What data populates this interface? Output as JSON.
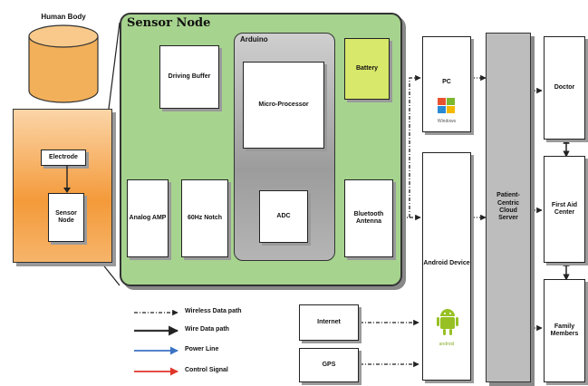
{
  "human_body": {
    "title": "Human Body",
    "electrode": "Electrode",
    "sensor_node": "Sensor Node"
  },
  "sensor_node": {
    "title": "Sensor Node",
    "arduino_title": "Arduino",
    "driving_buffer": "Driving Buffer",
    "micro_processor": "Micro-Processor",
    "battery": "Battery",
    "analog_amp": "Analog AMP",
    "notch": "60Hz Notch",
    "adc": "ADC",
    "bluetooth": "Bluetooth Antenna"
  },
  "devices": {
    "pc": "PC",
    "pc_os": "Windows",
    "android": "Android Device",
    "android_brand": "android"
  },
  "cloud": "Patient-Centric Cloud Server",
  "right_column": {
    "doctor": "Doctor",
    "first_aid": "First Aid Center",
    "family": "Family Members"
  },
  "inputs": {
    "internet": "Internet",
    "gps": "GPS"
  },
  "legend": {
    "wireless": "Wireless Data path",
    "wire": "Wire Data path",
    "power": "Power Line",
    "control": "Control Signal"
  },
  "colors": {
    "sensor_node_bg": "#a6d38e",
    "arduino_bg": "#a7a7a7",
    "battery_bg": "#d8e86a",
    "body_orange": "#f6a94a",
    "cloud_bg": "#bdbdbd",
    "power_line": "#3b73c4",
    "control_signal": "#e0352b"
  }
}
